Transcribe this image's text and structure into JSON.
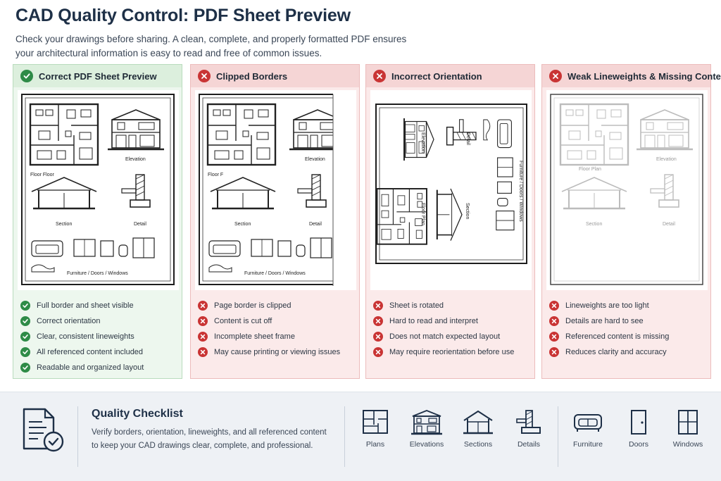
{
  "header": {
    "title": "CAD Quality Control: PDF Sheet Preview",
    "subtitle": "Check your drawings before sharing. A clean, complete, and properly formatted PDF ensures your architectural information is easy to read and free of common issues."
  },
  "cards": [
    {
      "title": "Correct PDF Sheet Preview",
      "status": "pass",
      "sheet_labels": [
        "Floor Floor",
        "Elevation",
        "Section",
        "Detail",
        "Furniture / Doors / Windows"
      ],
      "points": [
        "Full border and sheet visible",
        "Correct orientation",
        "Clear, consistent lineweights",
        "All referenced content included",
        "Readable and organized layout"
      ]
    },
    {
      "title": "Clipped Borders",
      "status": "fail",
      "sheet_labels": [
        "Floor F",
        "Elevation",
        "Section",
        "Detail",
        "Furniture / Doors / Windows"
      ],
      "points": [
        "Page border is clipped",
        "Content is cut off",
        "Incomplete sheet frame",
        "May cause printing or viewing issues"
      ]
    },
    {
      "title": "Incorrect Orientation",
      "status": "fail",
      "sheet_labels": [
        "Elevation",
        "Detail",
        "Floor Plan",
        "Section",
        "Furniture / Doors / Windows"
      ],
      "points": [
        "Sheet is rotated",
        "Hard to read and interpret",
        "Does not match expected layout",
        "May require reorientation before use"
      ]
    },
    {
      "title": "Weak Lineweights & Missing Content",
      "status": "fail",
      "sheet_labels": [
        "Floor Plan",
        "Elevation",
        "Section",
        "Detail"
      ],
      "points": [
        "Lineweights are too light",
        "Details are hard to see",
        "Referenced content is missing",
        "Reduces clarity and accuracy"
      ]
    }
  ],
  "footer": {
    "checklist_title": "Quality Checklist",
    "checklist_text": "Verify borders, orientation, lineweights, and all referenced content to keep your CAD drawings clear, complete, and professional.",
    "legend": [
      {
        "label": "Plans",
        "icon": "plans-icon"
      },
      {
        "label": "Elevations",
        "icon": "elevations-icon"
      },
      {
        "label": "Sections",
        "icon": "sections-icon"
      },
      {
        "label": "Details",
        "icon": "details-icon"
      },
      {
        "label": "Furniture",
        "icon": "furniture-icon"
      },
      {
        "label": "Doors",
        "icon": "doors-icon"
      },
      {
        "label": "Windows",
        "icon": "windows-icon"
      }
    ]
  },
  "colors": {
    "pass": "#2e8b47",
    "fail": "#c93434",
    "title": "#1e3047",
    "pass_bg": "#edf7ee",
    "fail_bg": "#fbeaea"
  }
}
